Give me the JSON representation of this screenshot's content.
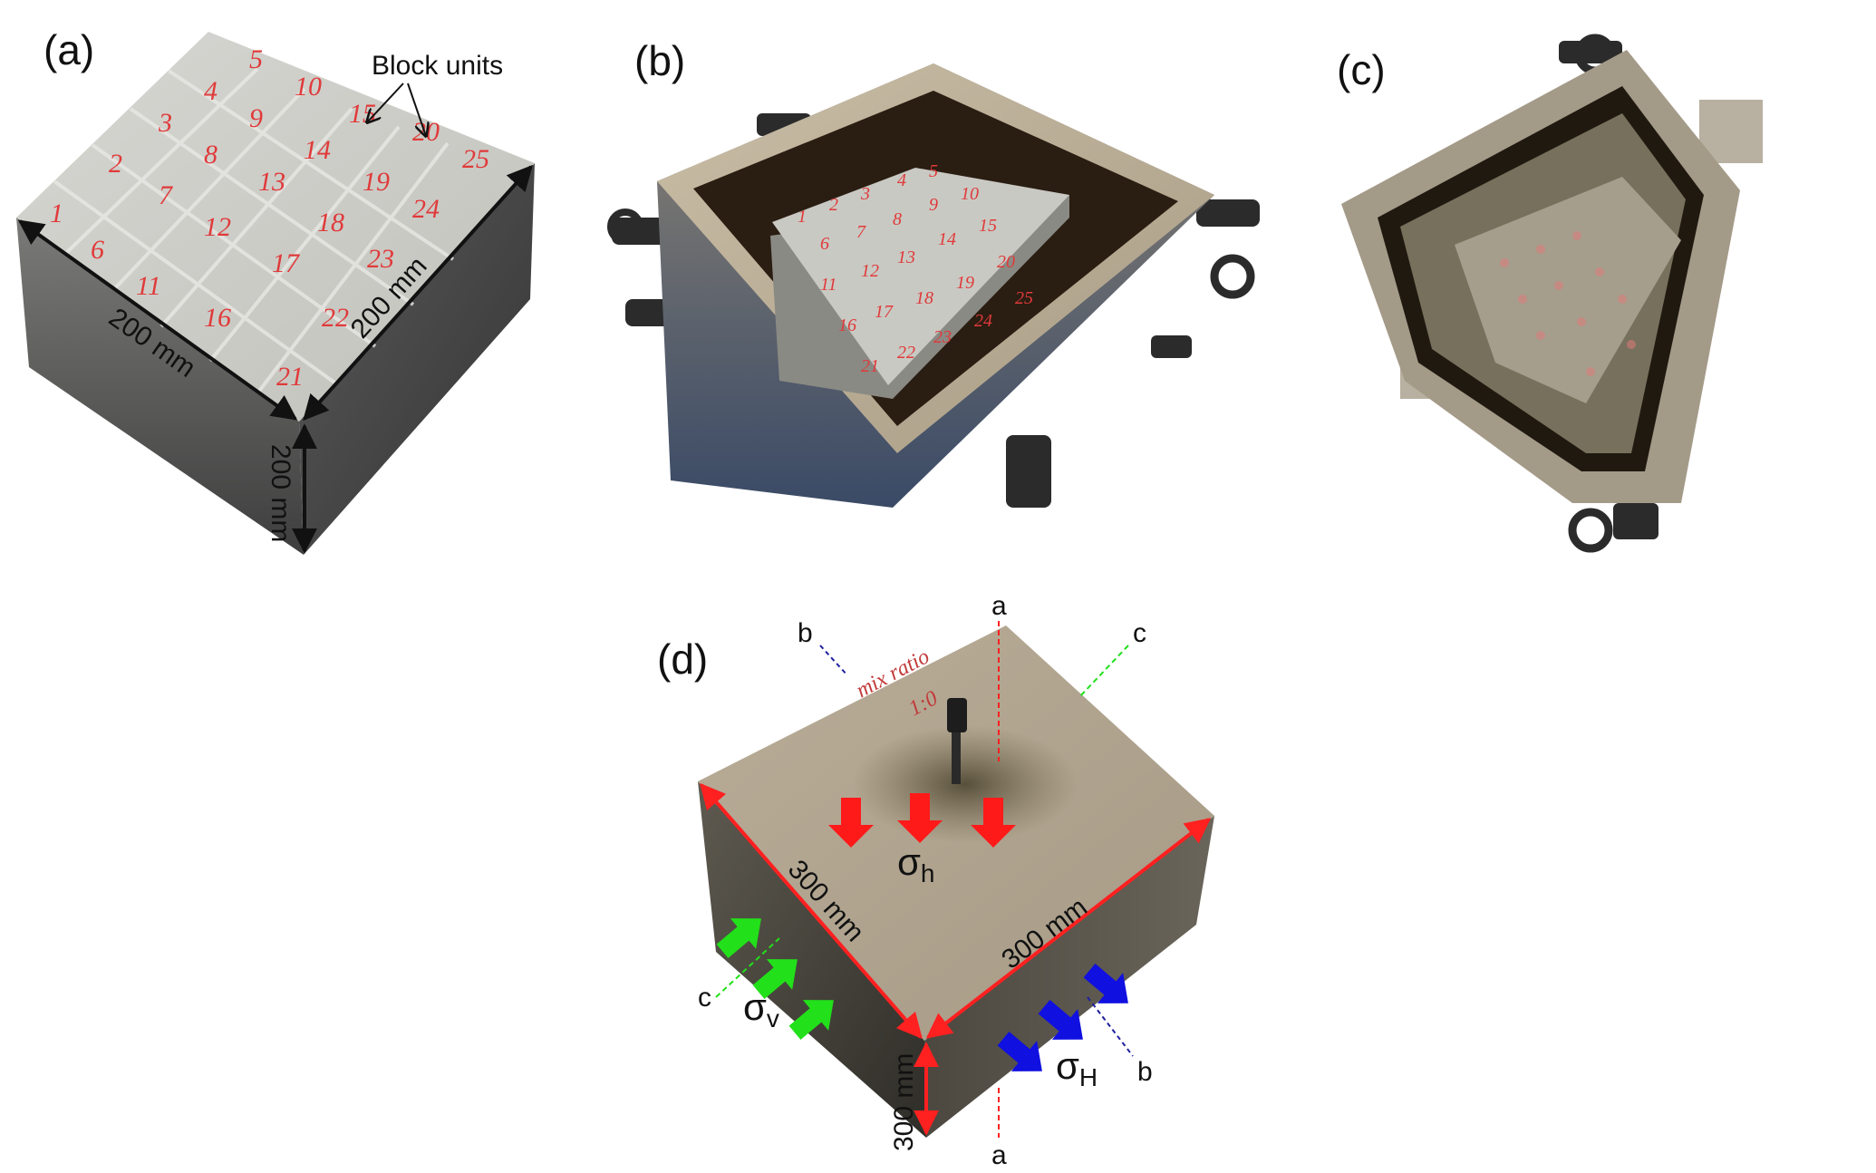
{
  "panels": {
    "a": {
      "label": "(a)",
      "annotation": "Block units",
      "dim_top_left": "200 mm",
      "dim_top_right": "200 mm",
      "dim_vertical": "200 mm",
      "block_numbers": [
        "1",
        "2",
        "3",
        "4",
        "5",
        "6",
        "7",
        "8",
        "9",
        "10",
        "11",
        "12",
        "13",
        "14",
        "15",
        "16",
        "17",
        "18",
        "19",
        "20",
        "21",
        "22",
        "23",
        "24",
        "25"
      ]
    },
    "b": {
      "label": "(b)",
      "block_numbers": [
        "1",
        "2",
        "3",
        "4",
        "5",
        "6",
        "7",
        "8",
        "9",
        "10",
        "11",
        "12",
        "13",
        "14",
        "15",
        "16",
        "17",
        "18",
        "19",
        "20",
        "21",
        "22",
        "23",
        "24",
        "25"
      ]
    },
    "c": {
      "label": "(c)"
    },
    "d": {
      "label": "(d)",
      "top_text_line1": "mix ratio",
      "top_text_line2": "1:0",
      "dim_left": "300 mm",
      "dim_right": "300 mm",
      "dim_vertical": "300 mm",
      "sigma_h": "σ",
      "sigma_h_sub": "h",
      "sigma_v": "σ",
      "sigma_v_sub": "v",
      "sigma_H": "σ",
      "sigma_H_sub": "H",
      "line_a_top": "a",
      "line_a_bottom": "a",
      "line_b_top": "b",
      "line_b_bottom": "b",
      "line_c_top": "c",
      "line_c_left": "c"
    }
  },
  "colors": {
    "arrow_red": "#ff1a1a",
    "arrow_green": "#22e01a",
    "arrow_blue": "#1010e0",
    "dim_black": "#111111",
    "dim_red": "#ff2020",
    "number_red": "#e03a3a"
  }
}
